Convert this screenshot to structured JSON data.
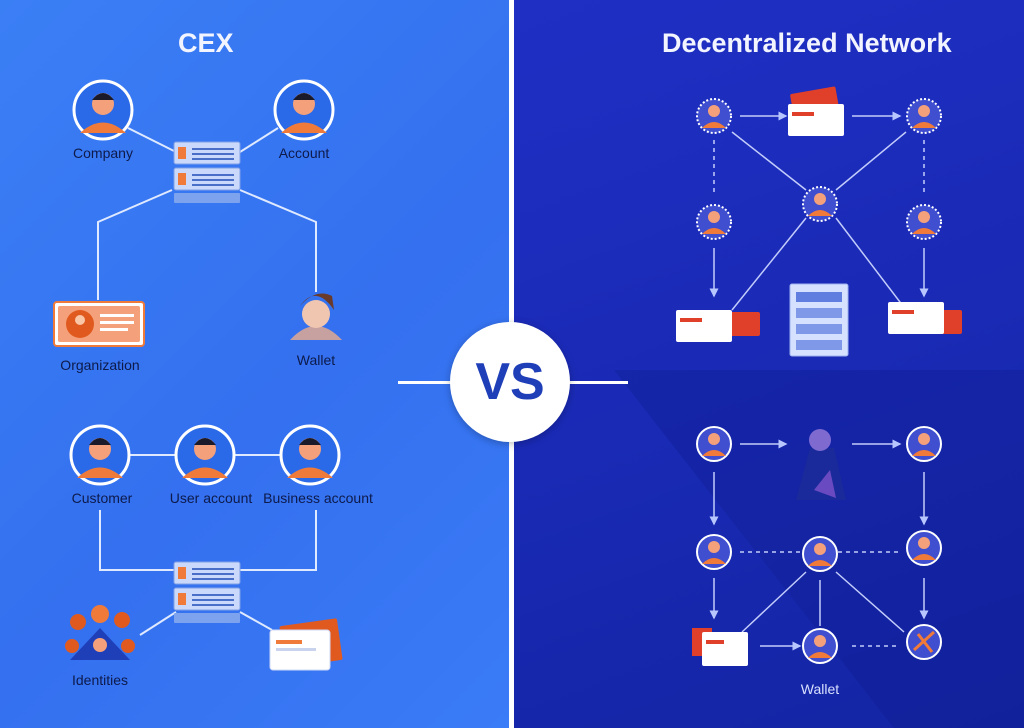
{
  "left": {
    "title": "CEX",
    "labels": {
      "company": "Company",
      "account": "Account",
      "organization": "Organization",
      "wallet": "Wallet",
      "customer": "Customer",
      "user_account": "User account",
      "business_account": "Business account",
      "identities": "Identities"
    }
  },
  "right": {
    "title": "Decentralized Network",
    "bottom_label": "Wallet"
  },
  "vs": "VS",
  "colors": {
    "left_bg": "#3b7ff5",
    "right_bg": "#1a2ab5",
    "person": "#f07a3a",
    "node_ring": "#ffffff"
  }
}
